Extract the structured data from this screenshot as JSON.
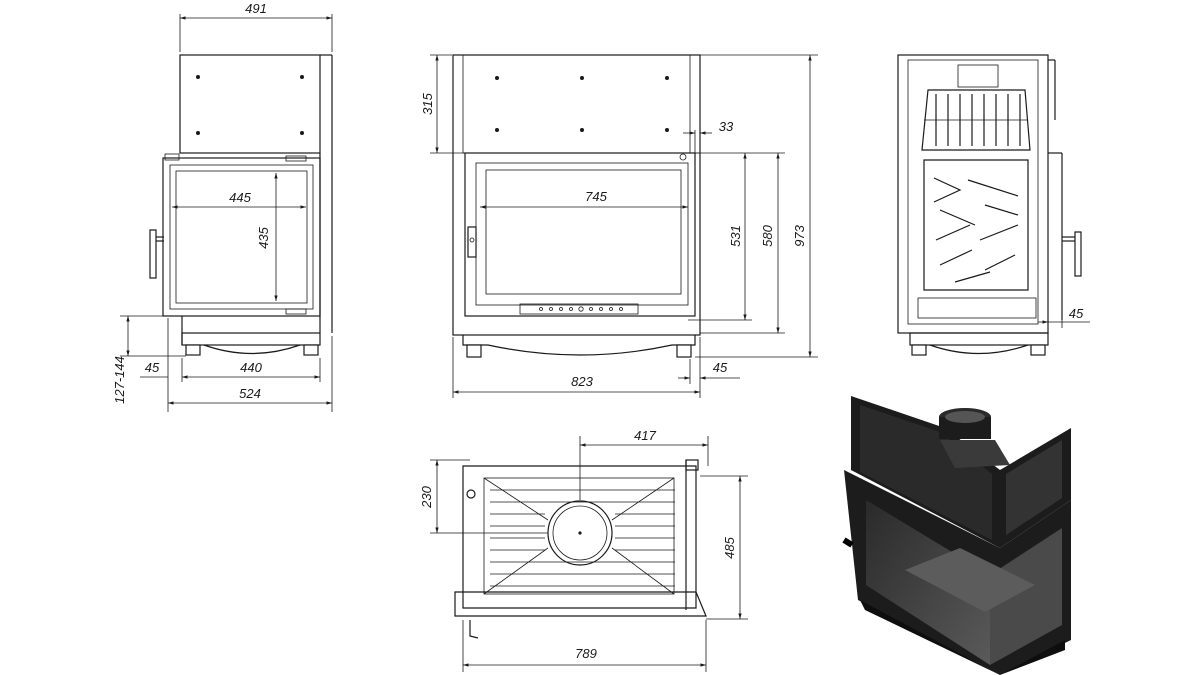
{
  "dimensions": {
    "left_view": {
      "top_width": "491",
      "inner_width": "445",
      "inner_height": "435",
      "offset": "45",
      "base_width": "440",
      "total_width": "524",
      "leg_height": "127-144"
    },
    "front_view": {
      "top_height": "315",
      "gap": "33",
      "glass_width": "745",
      "glass_height": "531",
      "door_height": "580",
      "total_height": "973",
      "total_width": "823",
      "offset": "45"
    },
    "right_view": {
      "offset": "45"
    },
    "top_view": {
      "flue_offset": "417",
      "flue_depth": "230",
      "depth": "485",
      "width": "789"
    }
  },
  "colors": {
    "line": "#1a1a1a",
    "render_dark": "#1c1c1c",
    "render_mid": "#3a3a3a",
    "render_glass": "#4a4a4a"
  }
}
